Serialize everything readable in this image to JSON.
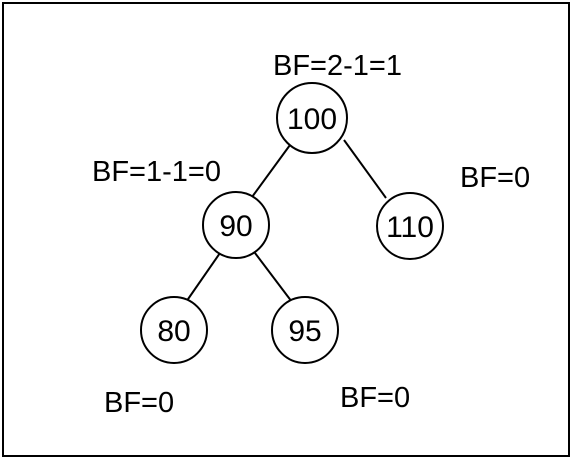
{
  "diagram": {
    "nodes": [
      {
        "id": "n100",
        "label": "100"
      },
      {
        "id": "n90",
        "label": "90"
      },
      {
        "id": "n110",
        "label": "110"
      },
      {
        "id": "n80",
        "label": "80"
      },
      {
        "id": "n95",
        "label": "95"
      }
    ],
    "edges": [
      {
        "from": "n100",
        "to": "n90"
      },
      {
        "from": "n100",
        "to": "n110"
      },
      {
        "from": "n90",
        "to": "n80"
      },
      {
        "from": "n90",
        "to": "n95"
      }
    ],
    "balance_factors": {
      "n100": "BF=2-1=1",
      "n90": "BF=1-1=0",
      "n110": "BF=0",
      "n80": "BF=0",
      "n95": "BF=0"
    }
  },
  "colors": {
    "stroke": "#000000",
    "background": "#ffffff"
  }
}
